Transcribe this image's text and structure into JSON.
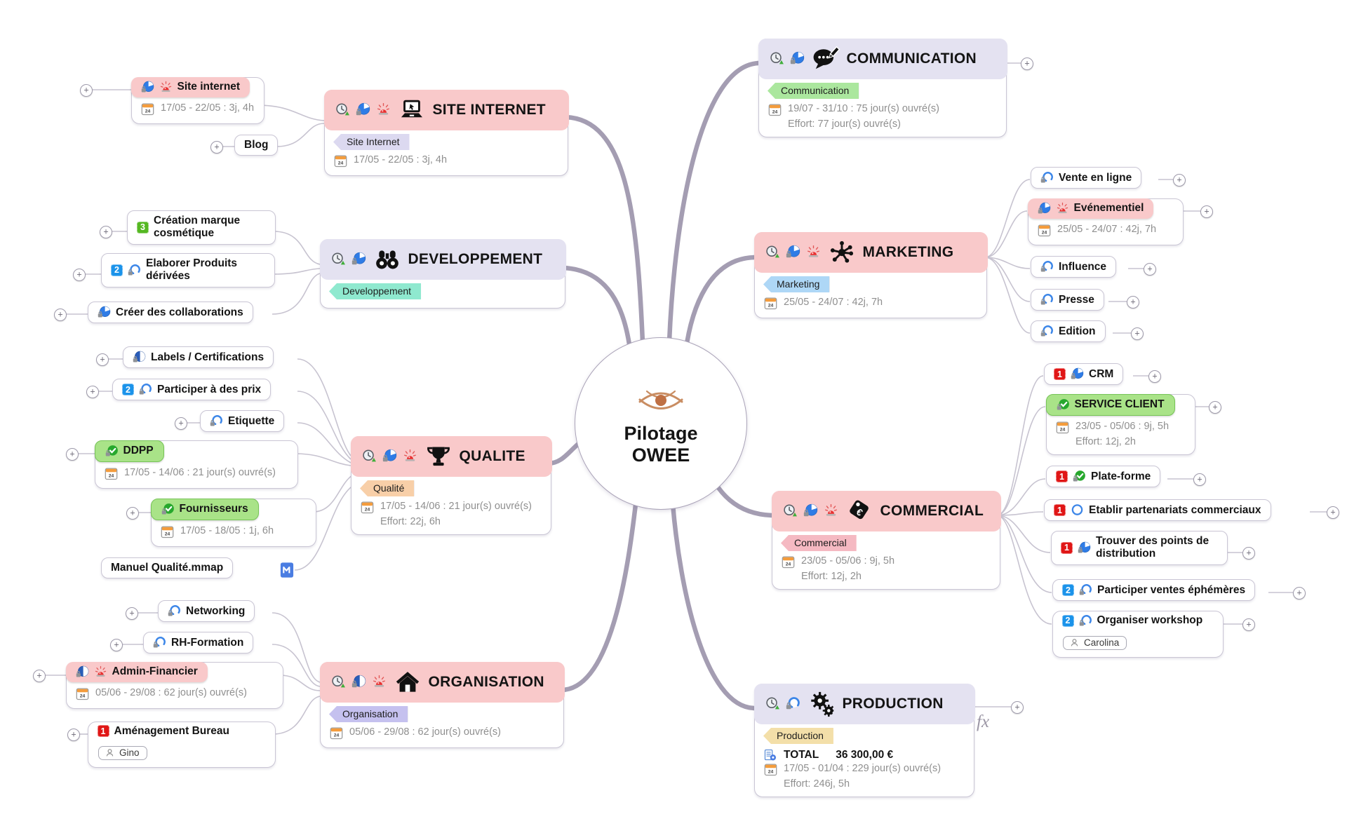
{
  "center": {
    "line1": "Pilotage",
    "line2": "OWEE",
    "logo": "eye-logo"
  },
  "main": {
    "site_internet": {
      "label": "SITE INTERNET",
      "tag": "Site Internet",
      "dates": "17/05 - 22/05 : 3j, 4h",
      "icons": [
        "clock-status-icon",
        "progress-pie-lock-icon",
        "alarm-icon",
        "laptop-icon"
      ]
    },
    "developpement": {
      "label": "DEVELOPPEMENT",
      "tag": "Developpement",
      "icons": [
        "clock-status-icon",
        "progress-pie-lock-icon",
        "binoculars-icon"
      ]
    },
    "qualite": {
      "label": "QUALITE",
      "tag": "Qualité",
      "dates": "17/05 - 14/06 : 21 jour(s) ouvré(s)",
      "effort": "Effort: 22j, 6h",
      "icons": [
        "clock-status-icon",
        "progress-pie-lock-icon",
        "alarm-icon",
        "trophy-icon"
      ]
    },
    "organisation": {
      "label": "ORGANISATION",
      "tag": "Organisation",
      "dates": "05/06 - 29/08 : 62 jour(s) ouvré(s)",
      "icons": [
        "clock-status-icon",
        "progress-half-pie-icon",
        "alarm-icon",
        "house-icon"
      ]
    },
    "communication": {
      "label": "COMMUNICATION",
      "tag": "Communication",
      "dates": "19/07 - 31/10 : 75 jour(s) ouvré(s)",
      "effort": "Effort: 77 jour(s) ouvré(s)",
      "icons": [
        "clock-status-icon",
        "progress-pie-lock-icon",
        "speech-bubble-icon"
      ]
    },
    "marketing": {
      "label": "MARKETING",
      "tag": "Marketing",
      "dates": "25/05 - 24/07 : 42j, 7h",
      "icons": [
        "clock-status-icon",
        "progress-pie-lock-icon",
        "alarm-icon",
        "hub-icon"
      ]
    },
    "commercial": {
      "label": "COMMERCIAL",
      "tag": "Commercial",
      "dates": "23/05 - 05/06 : 9j, 5h",
      "effort": "Effort: 12j, 2h",
      "icons": [
        "clock-status-icon",
        "progress-pie-lock-icon",
        "alarm-icon",
        "price-tag-icon"
      ]
    },
    "production": {
      "label": "PRODUCTION",
      "tag": "Production",
      "total_label": "TOTAL",
      "total_value": "36 300,00  €",
      "dates": "17/05 - 01/04 : 229 jour(s) ouvré(s)",
      "effort": "Effort: 246j, 5h",
      "fx_label": "fx",
      "icons": [
        "clock-status-icon",
        "progress-ring-lock-icon",
        "gears-icon",
        "calculation-icon"
      ]
    }
  },
  "subtopics": {
    "site_task": {
      "label": "Site internet",
      "dates": "17/05 - 22/05 : 3j, 4h",
      "icons": [
        "progress-pie-lock-icon",
        "alarm-icon"
      ]
    },
    "blog": {
      "label": "Blog"
    },
    "creation_marque": {
      "label": "Création marque cosmétique",
      "priority": "3"
    },
    "elaborer_produits": {
      "label": "Elaborer Produits dérivées",
      "priority": "2",
      "icons": [
        "progress-ring-lock-icon"
      ]
    },
    "creer_collaborations": {
      "label": "Créer des collaborations",
      "icons": [
        "progress-pie-lock-icon"
      ]
    },
    "labels_certifications": {
      "label": "Labels / Certifications",
      "icons": [
        "progress-half-pie-icon"
      ]
    },
    "participer_prix": {
      "label": "Participer à des prix",
      "priority": "2",
      "icons": [
        "progress-ring-lock-icon"
      ]
    },
    "etiquette": {
      "label": "Etiquette",
      "icons": [
        "progress-ring-lock-icon"
      ]
    },
    "ddpp": {
      "label": "DDPP",
      "dates": "17/05 - 14/06 : 21 jour(s) ouvré(s)",
      "icons": [
        "complete-check-icon"
      ]
    },
    "fournisseurs": {
      "label": "Fournisseurs",
      "dates": "17/05 - 18/05 : 1j, 6h",
      "icons": [
        "complete-check-icon"
      ]
    },
    "manuel_qualite": {
      "label": "Manuel Qualité.mmap",
      "icons": [
        "map-document-icon"
      ]
    },
    "networking": {
      "label": "Networking",
      "icons": [
        "progress-ring-lock-icon"
      ]
    },
    "rh_formation": {
      "label": "RH-Formation",
      "icons": [
        "progress-ring-lock-icon"
      ]
    },
    "admin_financier": {
      "label": "Admin-Financier",
      "dates": "05/06 - 29/08 : 62 jour(s) ouvré(s)",
      "icons": [
        "progress-half-pie-icon",
        "alarm-icon"
      ]
    },
    "amenagement_bureau": {
      "label": "Aménagement Bureau",
      "priority": "1",
      "resource": "Gino"
    },
    "vente_en_ligne": {
      "label": "Vente en ligne",
      "icons": [
        "progress-ring-lock-icon"
      ]
    },
    "evenementiel": {
      "label": "Evénementiel",
      "dates": "25/05 - 24/07 : 42j, 7h",
      "icons": [
        "progress-pie-lock-icon",
        "alarm-icon"
      ]
    },
    "influence": {
      "label": "Influence",
      "icons": [
        "progress-ring-lock-icon"
      ]
    },
    "presse": {
      "label": "Presse",
      "icons": [
        "progress-ring-lock-icon"
      ]
    },
    "edition": {
      "label": "Edition",
      "icons": [
        "progress-ring-lock-icon"
      ]
    },
    "crm": {
      "label": "CRM",
      "priority": "1",
      "icons": [
        "progress-pie-lock-icon"
      ]
    },
    "service_client": {
      "label": "SERVICE CLIENT",
      "dates": "23/05 - 05/06 : 9j, 5h",
      "effort": "Effort: 12j, 2h",
      "icons": [
        "complete-check-icon"
      ]
    },
    "plate_forme": {
      "label": "Plate-forme",
      "priority": "1",
      "icons": [
        "complete-check-icon"
      ]
    },
    "etablir_partenariats": {
      "label": "Etablir partenariats  commerciaux",
      "priority": "1",
      "icons": [
        "progress-empty-ring-icon"
      ]
    },
    "trouver_points": {
      "label": "Trouver des points de distribution",
      "priority": "1",
      "icons": [
        "progress-pie-lock-icon"
      ]
    },
    "participer_ventes": {
      "label": "Participer ventes éphémères",
      "priority": "2",
      "icons": [
        "progress-ring-lock-icon"
      ]
    },
    "organiser_workshop": {
      "label": "Organiser workshop",
      "priority": "2",
      "resource": "Carolina",
      "icons": [
        "progress-ring-lock-icon"
      ]
    }
  },
  "colors": {
    "branch_line": "#a49db2",
    "sub_line": "#c7c3d0",
    "topic_pink": "#f9c9ca",
    "topic_lavender": "#e4e2f1",
    "topic_green": "#a9e388",
    "priority_1": "#e01616",
    "priority_2": "#1b93ea",
    "priority_3": "#55b822",
    "tag_site": "#dcd9f0",
    "tag_dev": "#8fe9cf",
    "tag_qualite": "#f8cfa8",
    "tag_org": "#c5c1ef",
    "tag_comm": "#abe79e",
    "tag_marketing": "#aed7f6",
    "tag_commercial": "#f5b9c2",
    "tag_production": "#f3dfa9",
    "logo_copper": "#c98d62"
  }
}
